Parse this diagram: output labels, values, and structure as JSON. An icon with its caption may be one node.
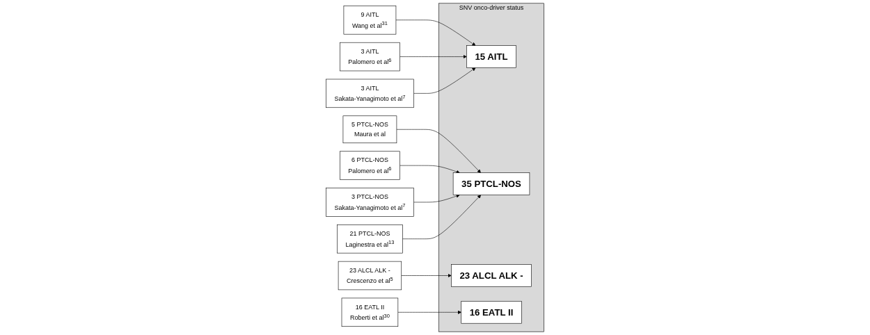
{
  "diagram": {
    "nodes": [
      {
        "text": [
          "SNV onco-driver status"
        ]
      },
      {
        "text": [
          "15 AITL"
        ],
        "in": 0
      },
      {
        "text": [
          "35 PTCL-NOS"
        ],
        "in": 0
      },
      {
        "text": [
          "23 ALCL ALK -"
        ],
        "in": 0
      },
      {
        "text": [
          "16 EATL II"
        ],
        "in": 0
      },
      {
        "text": [
          "9 AITL",
          "Wang et al$^{31}$"
        ]
      },
      {
        "text": [
          "3 AITL",
          "Palomero et al$^{6}$"
        ]
      },
      {
        "text": [
          "3 AITL",
          "Sakata-Yanagimoto et al$^{7}$"
        ]
      },
      {
        "text": [
          "23 ALCL ALK -",
          "Crescenzo et al$^{5}$"
        ]
      },
      {
        "text": [
          "5 PTCL-NOS",
          "Maura et al"
        ]
      },
      {
        "text": [
          "6 PTCL-NOS",
          "Palomero et al$^{6}$"
        ]
      },
      {
        "text": [
          "3 PTCL-NOS",
          "Sakata-Yanagimoto et al$^{7}$"
        ]
      },
      {
        "text": [
          "21 PTCL-NOS",
          "Laginestra et al$^{13}$"
        ]
      },
      {
        "text": [
          "16 EATL II",
          "Roberti et al$^{30}$"
        ]
      }
    ],
    "edges": [
      {
        "from": 5,
        "to": 1,
        "arrow": "to"
      },
      {
        "from": 6,
        "to": 1,
        "arrow": "to"
      },
      {
        "from": 7,
        "to": 1,
        "arrow": "to"
      },
      {
        "from": 8,
        "to": 3,
        "arrow": "to"
      },
      {
        "from": 9,
        "to": 2,
        "arrow": "to"
      },
      {
        "from": 10,
        "to": 2,
        "arrow": "to"
      },
      {
        "from": 11,
        "to": 2,
        "arrow": "to"
      },
      {
        "from": 12,
        "to": 2,
        "arrow": "to"
      },
      {
        "from": 13,
        "to": 4,
        "arrow": "to"
      }
    ]
  }
}
